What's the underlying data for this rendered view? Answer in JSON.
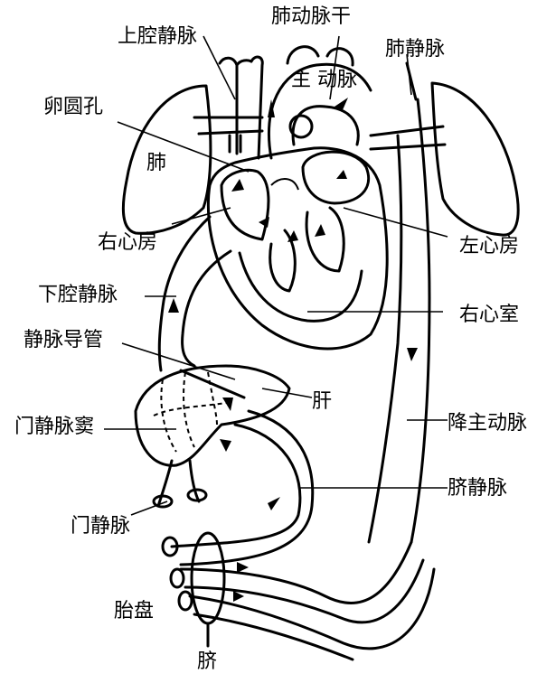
{
  "labels": {
    "pulmonary_trunk": "肺动脉干",
    "svc": "上腔静脉",
    "aorta": "主 动脉",
    "pulmonary_vein": "肺静脉",
    "foramen_ovale": "卵圆孔",
    "lung": "肺",
    "right_atrium": "右心房",
    "left_atrium": "左心房",
    "ivc": "下腔静脉",
    "right_ventricle": "右心室",
    "ductus_venosus": "静脉导管",
    "liver": "肝",
    "portal_sinus": "门静脉窦",
    "descending_aorta": "降主动脉",
    "umbilical_vein": "脐静脉",
    "portal_vein": "门静脉",
    "placenta": "胎盘",
    "umbilicus": "脐"
  }
}
